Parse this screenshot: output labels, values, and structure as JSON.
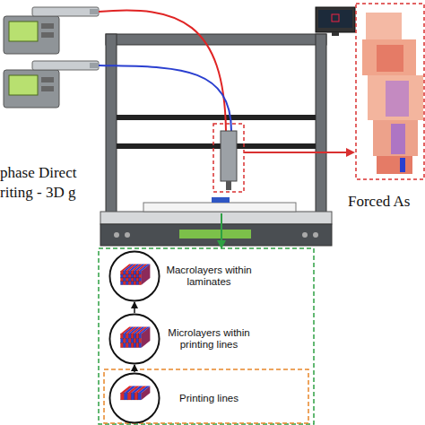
{
  "diagram": {
    "nodes": [
      {
        "text": [
          "Macrolayers within laminates"
        ]
      },
      {
        "text": [
          "Microlayers within printing lines"
        ]
      },
      {
        "text": [
          "Printing lines"
        ]
      }
    ],
    "edges": [
      {
        "from": 2,
        "to": 1,
        "arrow": "to"
      },
      {
        "from": 1,
        "to": 0,
        "arrow": "to"
      }
    ],
    "labels": [
      "phase Direct riting - 3D g",
      "Forced As"
    ]
  }
}
